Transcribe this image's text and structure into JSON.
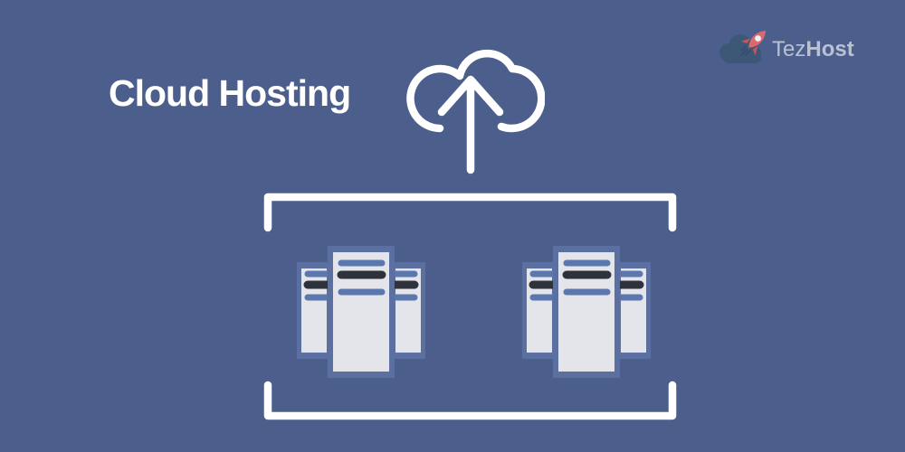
{
  "title": "Cloud Hosting",
  "brand": {
    "name_light": "Tez",
    "name_bold": "Host"
  },
  "icons": {
    "logo": "rocket-cloud-logo-icon",
    "hero": "cloud-upload-icon",
    "cluster": "server-cluster-icon",
    "frame": "bracket-frame"
  },
  "colors": {
    "bg": "#4C5F8C",
    "fg": "#FFFFFF",
    "server-frame": "#5B70A0",
    "server-body": "#E3E5EA",
    "line-blue": "#5A78AE",
    "line-dark": "#2E323B",
    "logo-cloud": "#3D5776",
    "rocket": "#D96A6E",
    "rocket-dark": "#C8545D",
    "speed-line": "#334E6D",
    "brand-text": "#B9C1D2"
  }
}
